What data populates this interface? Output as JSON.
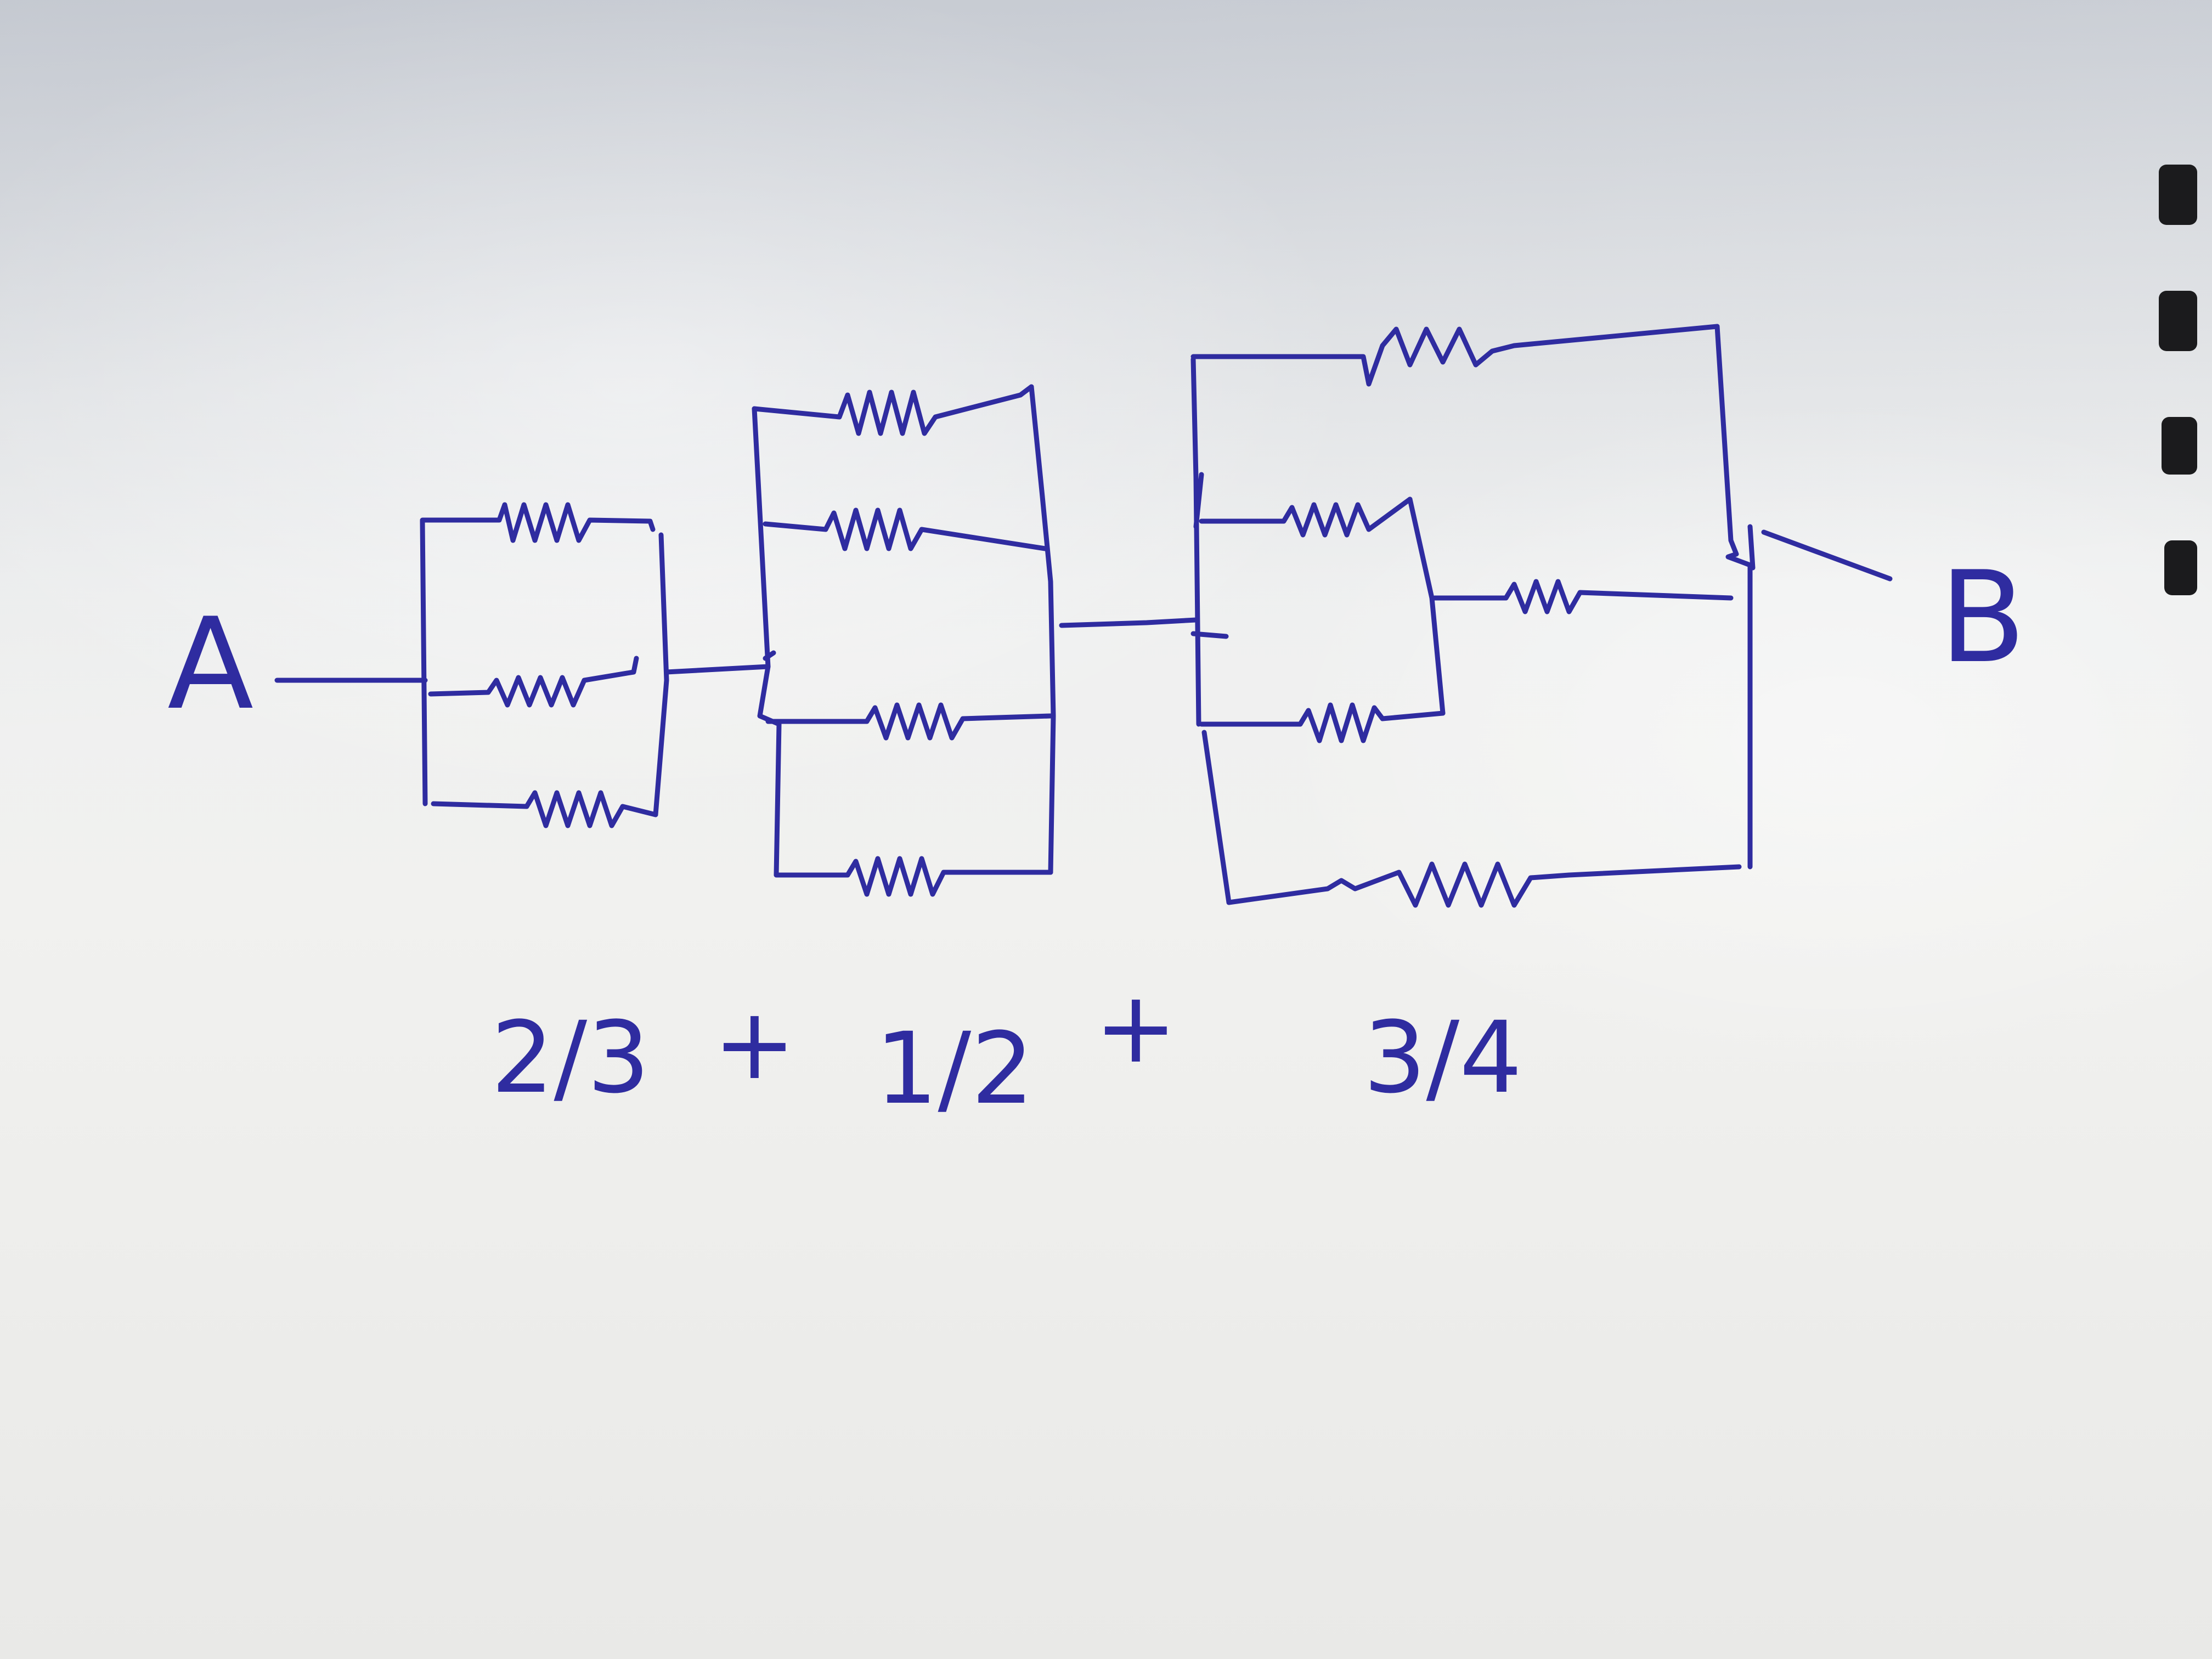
{
  "diagram": {
    "node_a": "A",
    "node_b": "B",
    "terms": [
      "2/3",
      "1/2",
      "3/4"
    ],
    "plus": "+"
  }
}
